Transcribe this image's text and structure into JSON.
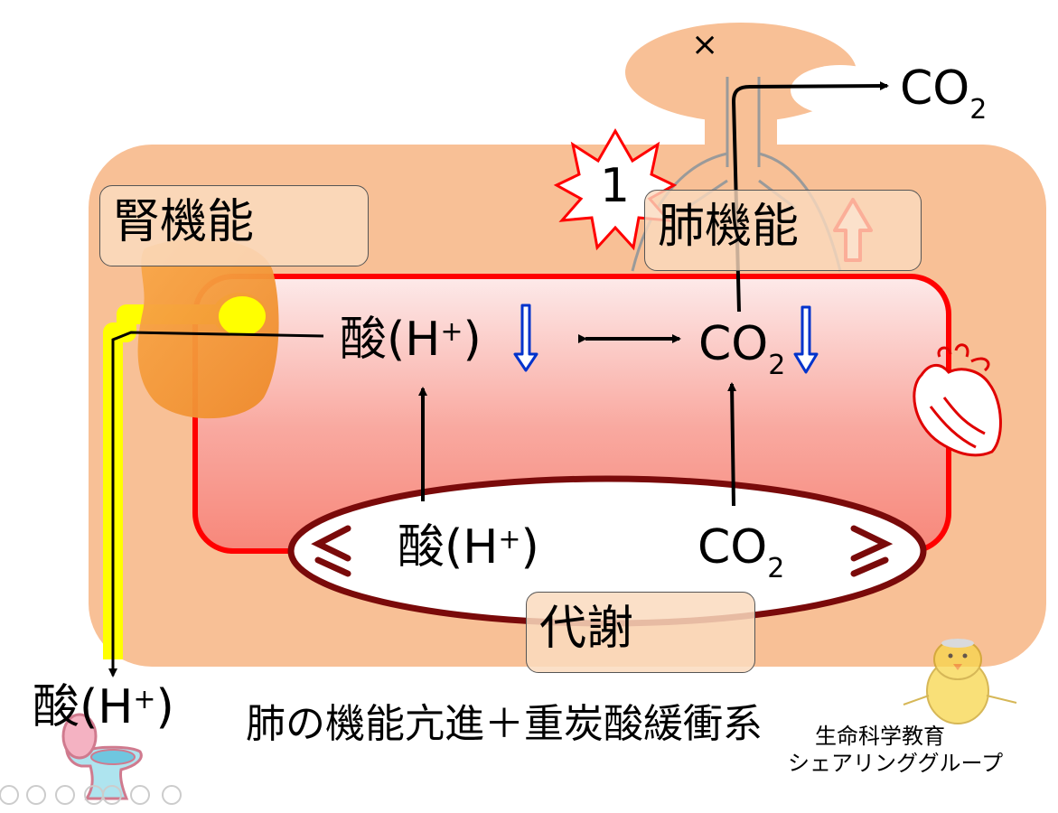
{
  "labels": {
    "kidney_function": "腎機能",
    "lung_function": "肺機能",
    "metabolism": "代謝",
    "acid": "酸(H",
    "plus": "+",
    "paren_close": ")",
    "co": "CO",
    "two": "2",
    "star_number": "1",
    "lung_x": "×",
    "caption": "肺の機能亢進＋重炭酸緩衝系",
    "credit_line1": "生命科学教育",
    "credit_line2": "シェアリンググループ"
  },
  "colors": {
    "body_bg": "#f8c096",
    "blood_red": "#ff0000",
    "ellipse_border": "#7a0a0a",
    "urine_yellow": "#ffff00",
    "kidney_orange": "#f5a040",
    "down_arrow_blue": "#0033cc",
    "up_arrow_red": "#ff0000"
  }
}
